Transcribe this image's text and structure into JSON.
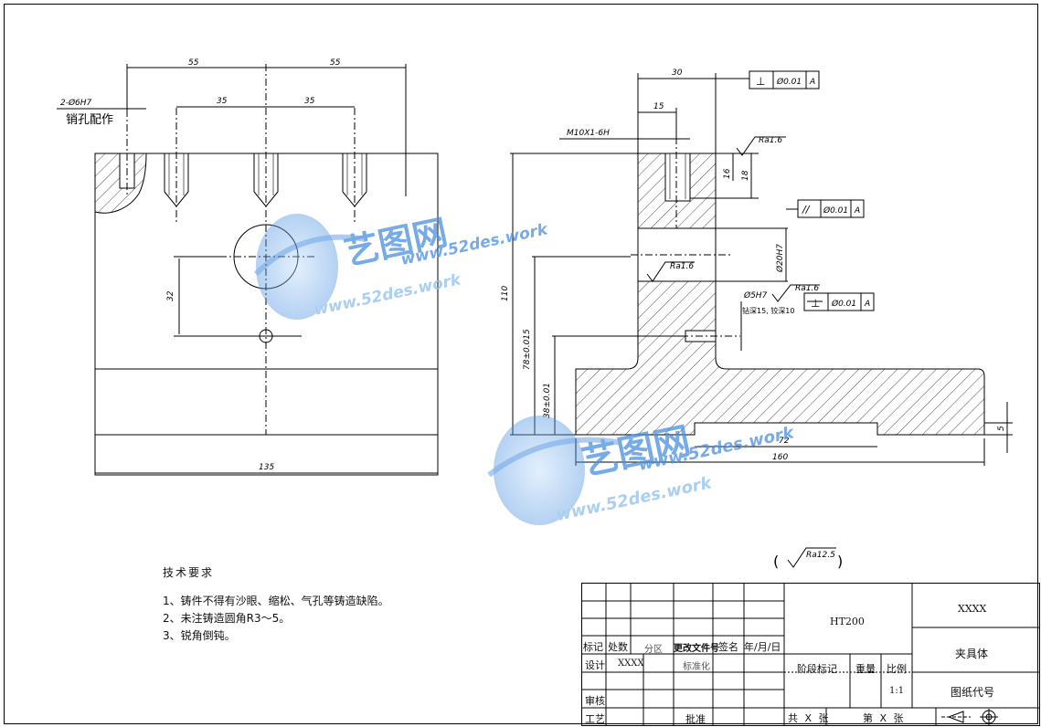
{
  "drawing": {
    "front_view": {
      "pin_hole_callout": "2-Ø6H7",
      "pin_hole_note": "销孔配作",
      "dim_55_left": "55",
      "dim_55_right": "55",
      "dim_35_left": "35",
      "dim_35_right": "35",
      "dim_32": "32",
      "dim_135": "135"
    },
    "section_view": {
      "dim_30": "30",
      "dim_15": "15",
      "thread": "M10X1-6H",
      "dim_16": "16",
      "dim_18": "18",
      "dim_110": "110",
      "dim_78": "78±0.015",
      "dim_38": "38±0.01",
      "dim_20h7": "Ø20H7",
      "dim_5h7": "Ø5H7",
      "drill_note": "钻深15, 铰深10",
      "dim_72": "72",
      "dim_160": "160",
      "dim_5": "5",
      "ra_top": "Ra1.6",
      "ra_mid": "Ra1.6",
      "ra_hole": "Ra1.6",
      "gdt_perp_top": {
        "symbol": "⊥",
        "tol": "Ø0.01",
        "datum": "A"
      },
      "gdt_parallel": {
        "symbol": "//",
        "tol": "Ø0.01",
        "datum": "A"
      },
      "gdt_perp_bottom": {
        "symbol": "⊥",
        "tol": "Ø0.01",
        "datum": "A"
      }
    },
    "general_roughness": "Ra12.5"
  },
  "watermark": {
    "brand": "艺图网",
    "url": "www.52des.work"
  },
  "tech_requirements": {
    "title": "技术要求",
    "items": [
      "1、铸件不得有沙眼、缩松、气孔等铸造缺陷。",
      "2、未注铸造圆角R3～5。",
      "3、锐角倒钝。"
    ]
  },
  "title_block": {
    "material": "HT200",
    "company": "XXXX",
    "part_name": "夹具体",
    "drawing_no_label": "图纸代号",
    "mark": "标记",
    "qty": "处数",
    "zone": "分区",
    "change_doc": "更改文件号",
    "signature": "签名",
    "date": "年/月/日",
    "design": "设计",
    "designer": "XXXX",
    "standardize": "标准化",
    "stage_mark": "阶段标记",
    "weight": "重量",
    "scale_label": "比例",
    "scale": "1:1",
    "review": "审核",
    "process": "工艺",
    "approve": "批准",
    "total_sheets": "共 X 张",
    "sheet_no": "第 X 张"
  },
  "colors": {
    "line": "#000000",
    "watermark_blue": "#4a8fe0",
    "watermark_light": "#8ec0f0"
  }
}
